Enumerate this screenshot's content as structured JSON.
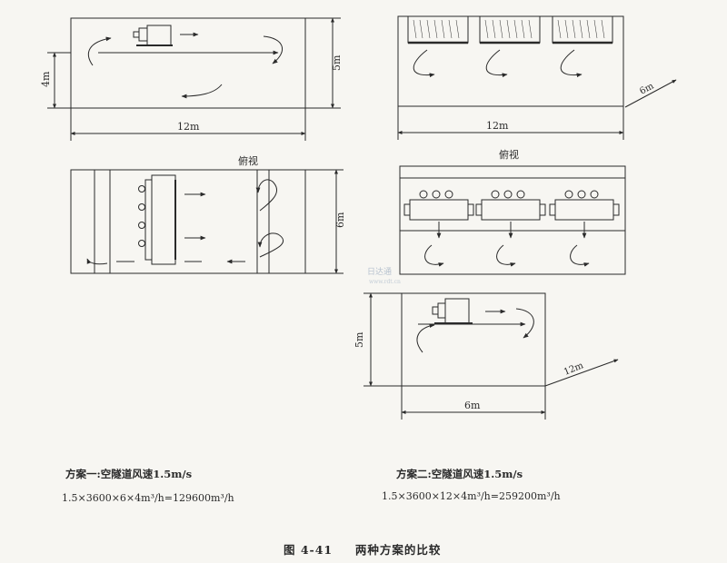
{
  "diagram": {
    "scheme1": {
      "side_view": {
        "width_label": "12m",
        "height_label": "4m",
        "total_height_label": "5m"
      },
      "top_view": {
        "view_label": "俯视",
        "depth_label": "6m"
      }
    },
    "scheme2": {
      "side_view": {
        "width_label": "12m",
        "diag_label": "6m"
      },
      "top_view": {
        "view_label": "俯视"
      },
      "side_view_2": {
        "height_label": "5m",
        "width_label": "6m",
        "diag_label": "12m"
      }
    },
    "watermark": {
      "logo": "日达通",
      "url": "www.rdt.cn"
    }
  },
  "plans": {
    "plan1": {
      "title": "方案一:空隧道风速1.5m/s",
      "formula": "1.5×3600×6×4m³/h=129600m³/h"
    },
    "plan2": {
      "title": "方案二:空隧道风速1.5m/s",
      "formula": "1.5×3600×12×4m³/h=259200m³/h"
    }
  },
  "caption": {
    "figure_no": "图 4-41",
    "title": "两种方案的比较"
  }
}
